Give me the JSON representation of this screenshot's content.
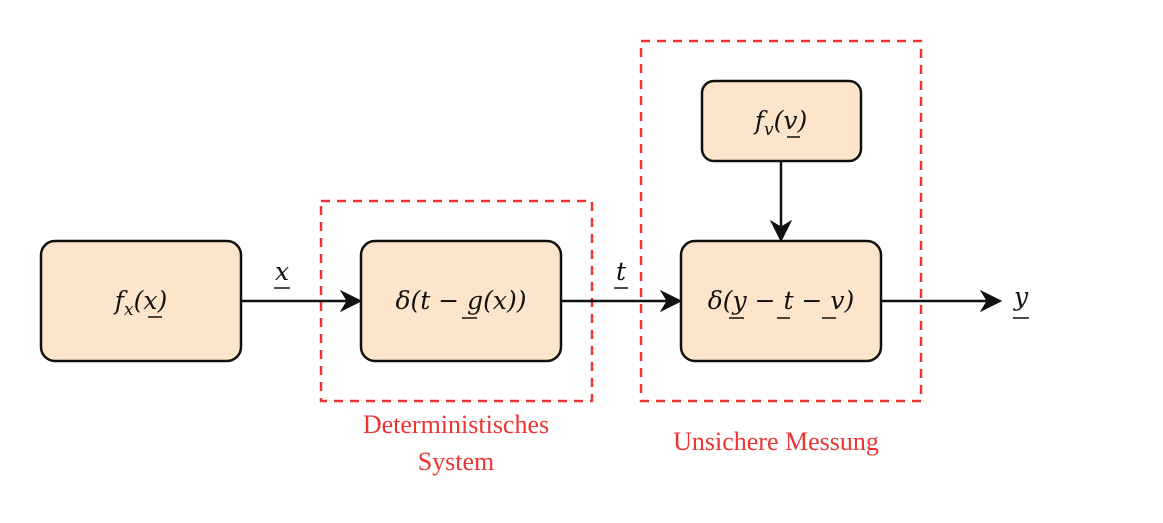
{
  "colors": {
    "box_fill": "#fde5cc",
    "box_stroke": "#111111",
    "group_stroke": "#ee3333",
    "group_text": "#ee3333",
    "arrow": "#111111"
  },
  "nodes": {
    "fx": {
      "label": "f",
      "sub": "x",
      "args": "(x)"
    },
    "delta_g": {
      "label": "δ(t − g(x))"
    },
    "fv": {
      "label": "f",
      "sub": "v",
      "args": "(v)"
    },
    "delta_y": {
      "label": "δ(y − t − v)"
    }
  },
  "edges": {
    "x_label": "x",
    "t_label": "t",
    "y_label": "y"
  },
  "groups": {
    "deterministic": {
      "label_line1": "Deterministisches",
      "label_line2": "System"
    },
    "uncertain": {
      "label": "Unsichere Messung"
    }
  }
}
